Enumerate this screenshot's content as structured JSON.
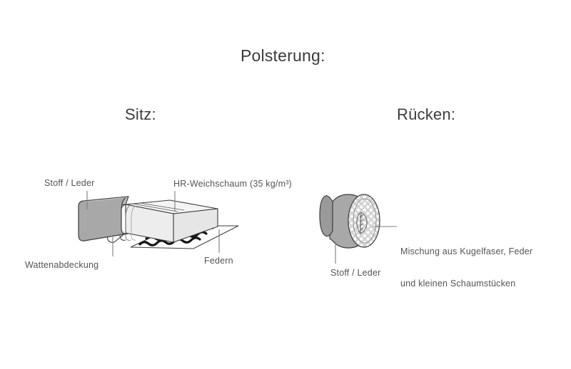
{
  "page": {
    "title": "Polsterung:",
    "background_color": "#ffffff",
    "text_color": "#4a4a4a"
  },
  "sections": {
    "seat": {
      "heading": "Sitz:",
      "labels": {
        "fabric": "Stoff / Leder",
        "foam": "HR-Weichschaum (35 kg/m³)",
        "wadding": "Wattenabdeckung",
        "springs": "Federn"
      }
    },
    "back": {
      "heading": "Rücken:",
      "labels": {
        "mix_line1": "Mischung aus Kugelfaser, Feder",
        "mix_line2": "und kleinen Schaumstücken",
        "fabric": "Stoff / Leder"
      }
    }
  },
  "colors": {
    "fabric_gray": "#a8a8a8",
    "fabric_gray_dark": "#9a9a9a",
    "foam_light": "#e9e9e9",
    "foam_top": "#f4f4f4",
    "wadding_white": "#fdfdfd",
    "spring_black": "#1a1a1a",
    "outline": "#3c3c3c",
    "leader_line": "#7d7d7d"
  }
}
